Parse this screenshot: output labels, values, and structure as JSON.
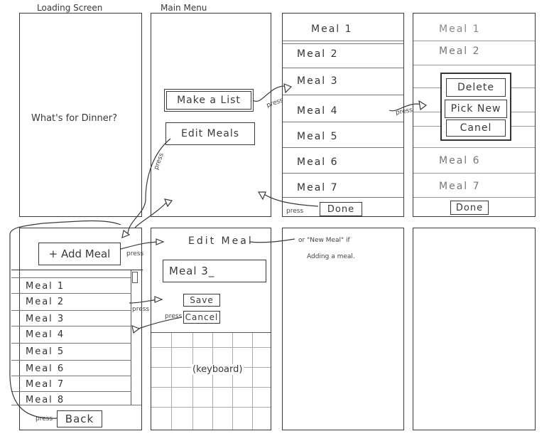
{
  "screens": {
    "loading": {
      "title": "Loading Screen",
      "body": "What's for Dinner?"
    },
    "main_menu": {
      "title": "Main Menu",
      "make_list": "Make a List",
      "edit_meals": "Edit Meals"
    },
    "meal_list": {
      "items": [
        "Meal 1",
        "Meal 2",
        "Meal 3",
        "Meal 4",
        "Meal 5",
        "Meal 6",
        "Meal 7"
      ],
      "done": "Done"
    },
    "meal_popup": {
      "items_top": [
        "Meal 1",
        "Meal 2"
      ],
      "items_bottom": [
        "Meal 6",
        "Meal 7"
      ],
      "delete": "Delete",
      "pick_new": "Pick New",
      "cancel": "Canel",
      "done": "Done"
    },
    "edit_meals": {
      "add_meal": "+ Add Meal",
      "items": [
        "Meal 1",
        "Meal 2",
        "Meal 3",
        "Meal 4",
        "Meal 5",
        "Meal 6",
        "Meal 7",
        "Meal 8"
      ],
      "back": "Back"
    },
    "edit_meal": {
      "title": "Edit Meal",
      "field_value": "Meal 3_",
      "save": "Save",
      "cancel": "Cancel",
      "keyboard": "(keyboard)"
    }
  },
  "annotations": {
    "press": "press",
    "new_meal_note_1": "or \"New Meal\" if",
    "new_meal_note_2": "Adding a meal."
  }
}
